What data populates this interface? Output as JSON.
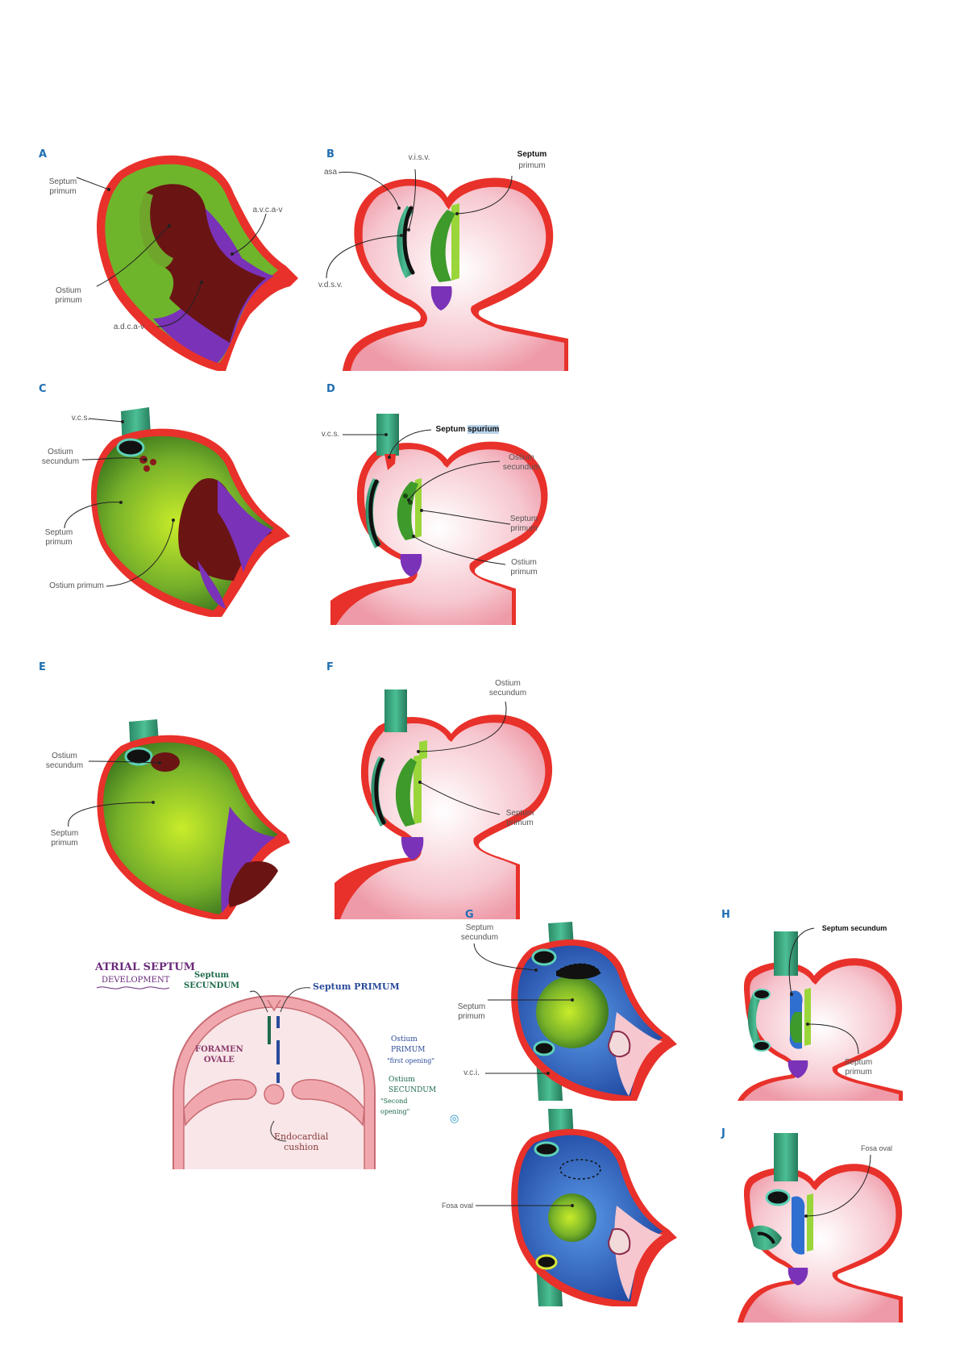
{
  "panels": {
    "A": {
      "letter": "A",
      "septum_primum": "Septum\nprimum",
      "avcav": "a.v.c.a-v",
      "ostium_primum": "Ostium\nprimum",
      "adcav": "a.d.c.a-v"
    },
    "B": {
      "letter": "B",
      "visv": "v.i.s.v.",
      "septum_bold": "Septum",
      "septum_rest": "primum",
      "asa": "asa",
      "vdsv": "v.d.s.v."
    },
    "C": {
      "letter": "C",
      "vcs": "v.c.s.",
      "ostium_secundum": "Ostium\nsecundum",
      "septum_primum": "Septum\nprimum",
      "ostium_primum": "Ostium primum"
    },
    "D": {
      "letter": "D",
      "vcs": "v.c.s.",
      "septum_spurium_a": "Septum ",
      "septum_spurium_b": "spurium",
      "ostium_secundum": "Ostium\nsecundum",
      "septum_primum": "Septum\nprimum",
      "ostium_primum": "Ostium\nprimum"
    },
    "E": {
      "letter": "E",
      "ostium_secundum": "Ostium\nsecundum",
      "septum_primum": "Septum\nprimum"
    },
    "F": {
      "letter": "F",
      "ostium_secundum": "Ostium\nsecundum",
      "septum_primum": "Septum\nprimum"
    },
    "G": {
      "letter": "G",
      "septum_secundum": "Septum\nsecundum",
      "septum_primum": "Septum\nprimum",
      "vci": "v.c.i."
    },
    "H": {
      "letter": "H",
      "septum_secundum": "Septum secundum",
      "septum_primum": "Septum\nprimum"
    },
    "I": {
      "fosa_oval": "Fosa oval"
    },
    "J": {
      "letter": "J",
      "fosa_oval": "Fosa oval"
    }
  },
  "sketch": {
    "title_line1": "ATRIAL SEPTUM",
    "title_line2": "DEVELOPMENT",
    "septum_secundum": "Septum\nSECUNDUM",
    "septum_primum": "Septum PRIMUM",
    "foramen_ovale": "FORAMEN\nOVALE",
    "ostium_primum": "Ostium\nPRIMUM",
    "ostium_primum_note": "\"first opening\"",
    "ostium_secundum": "Ostium\nSECUNDUM",
    "ostium_secundum_note": "\"Second opening\"",
    "endocardial": "Endocardial\ncushion"
  },
  "colors": {
    "wall": "#e8312a",
    "cavity": "#f7c8cf",
    "green": "#6fb52c",
    "blue": "#2f6fd0",
    "purple": "#7a32b8",
    "teal": "#3aa582",
    "maroon": "#6a1414"
  }
}
